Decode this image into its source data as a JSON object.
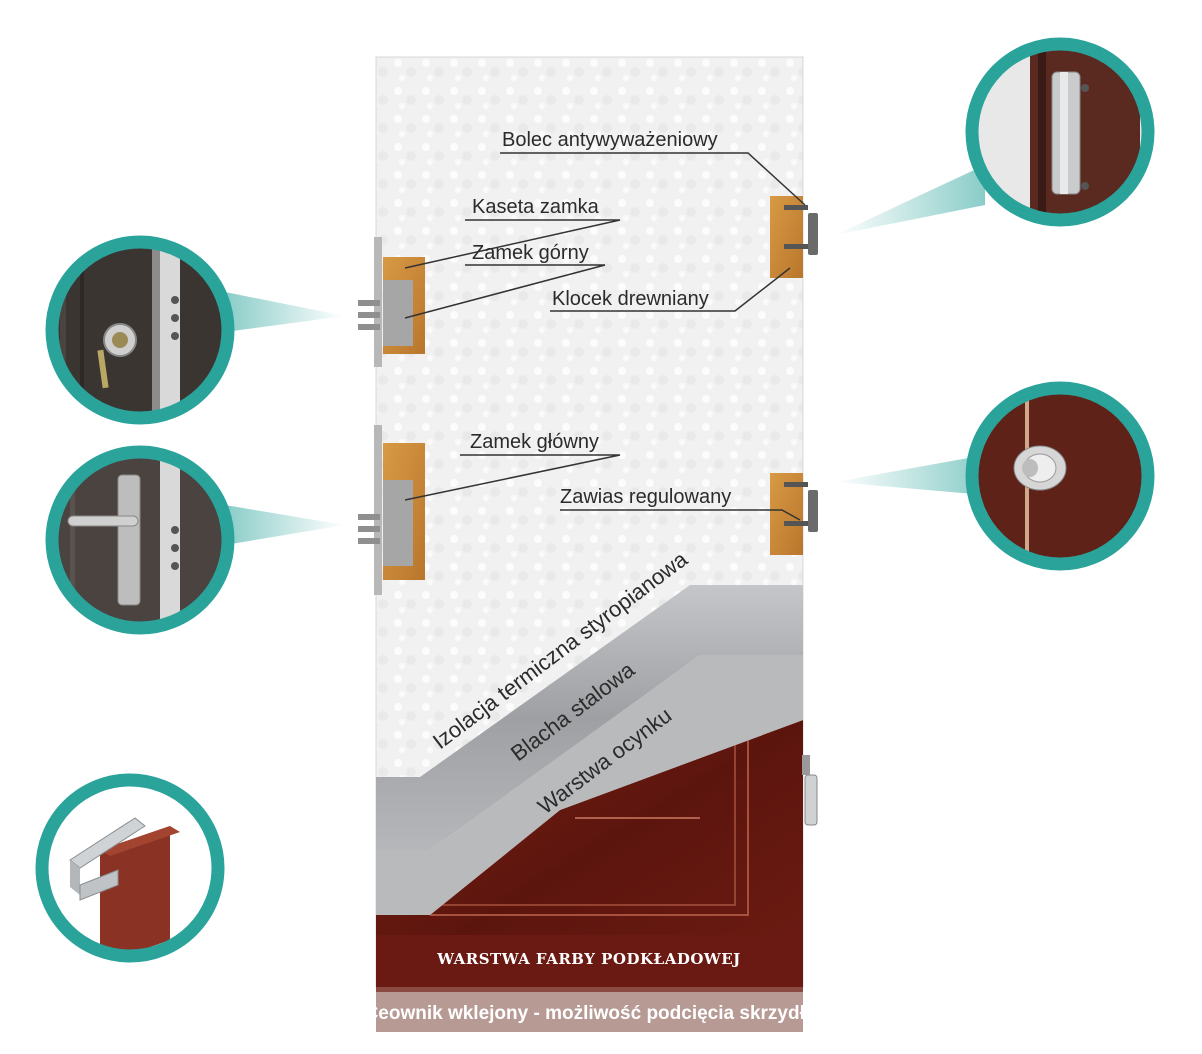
{
  "labels": {
    "bolec": "Bolec antywyważeniowy",
    "kaseta": "Kaseta zamka",
    "zamek_gorny": "Zamek górny",
    "klocek": "Klocek drewniany",
    "zamek_glowny": "Zamek główny",
    "zawias": "Zawias regulowany",
    "izolacja": "Izolacja termiczna styropianowa",
    "blacha": "Blacha stalowa",
    "ocynk": "Warstwa ocynku",
    "farba": "WARSTWA FARBY PODKŁADOWEJ",
    "ceownik": "Ceownik wklejony - możliwość podcięcia skrzydła"
  },
  "colors": {
    "accent_ring": "#2aa39b",
    "styrofoam": "#f2f2f2",
    "steel": "#a9abae",
    "zinc": "#bdbdbd",
    "wood_veneer": "#6e1c13",
    "wood_block": "#c98a38",
    "lock_gray": "#a0a0a0"
  },
  "icons": {
    "pin_detail": "anti-burglary-pin-icon",
    "lock_detail": "cylinder-lock-icon",
    "handle_detail": "door-handle-icon",
    "hinge_detail": "adjustable-hinge-icon",
    "frame_detail": "steel-frame-profile-icon"
  }
}
